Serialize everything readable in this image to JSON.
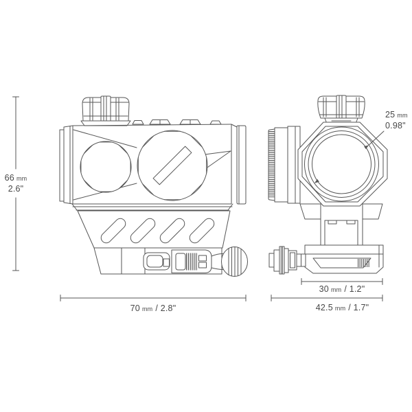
{
  "colors": {
    "background": "#ffffff",
    "line": "#565656",
    "text": "#474747"
  },
  "dimensions": {
    "height": {
      "value": "66",
      "unit": "mm",
      "inches": "2.6\""
    },
    "length": {
      "value": "70",
      "unit": "mm",
      "inches": "/ 2.8\""
    },
    "lens_diameter": {
      "value": "25",
      "unit": "mm",
      "inches": "0.98\""
    },
    "rail_width": {
      "value": "30",
      "unit": "mm",
      "inches": "/ 1.2\""
    },
    "overall_width": {
      "value": "42.5",
      "unit": "mm",
      "inches": "/ 1.7\""
    }
  }
}
